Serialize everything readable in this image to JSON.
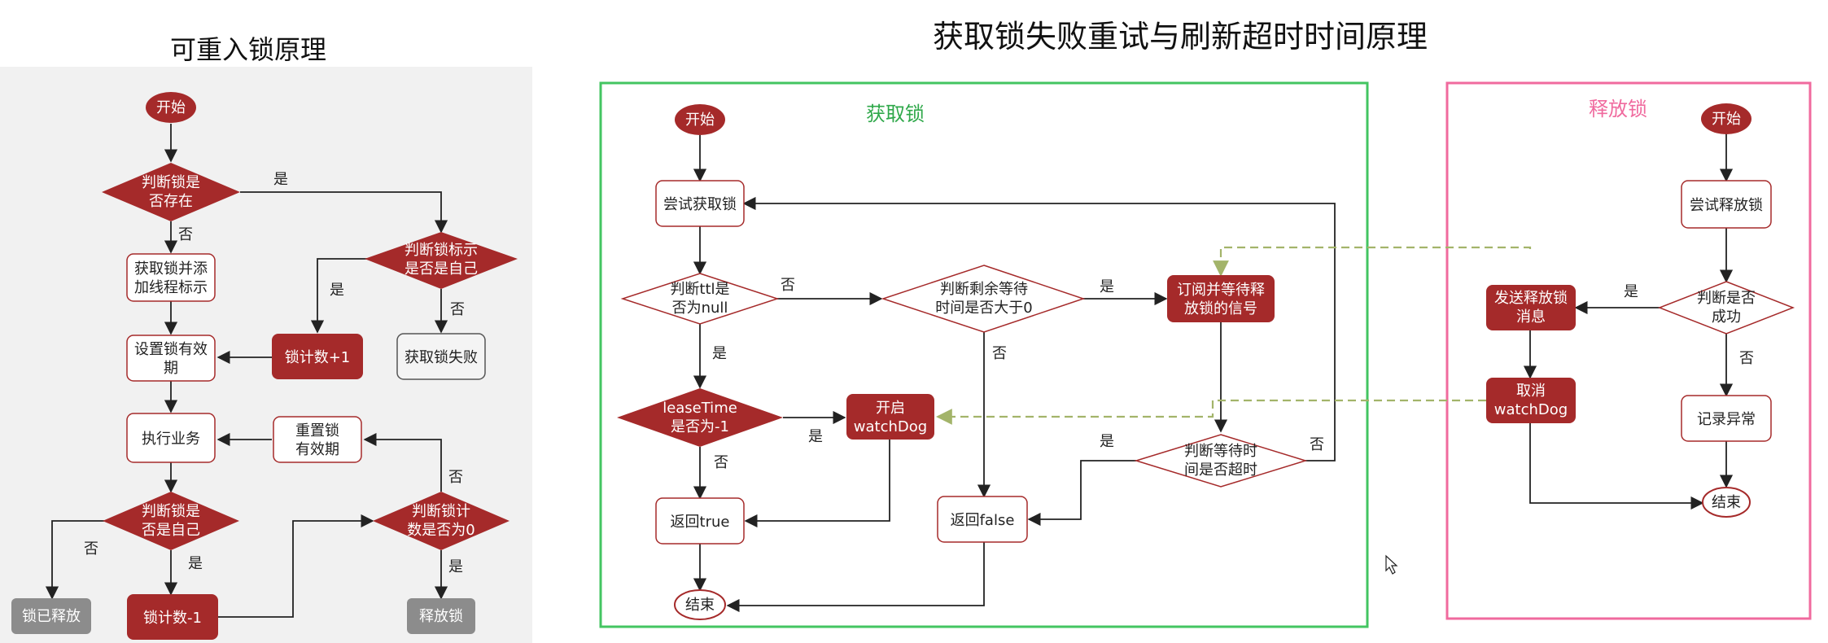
{
  "left_title": "可重入锁原理",
  "right_title": "获取锁失败重试与刷新超时时间原理",
  "colors": {
    "red": "#a52a2a",
    "green_frame": "#43c561",
    "pink_frame": "#f06a9e",
    "dashed": "#a3b46a",
    "gray_node": "#8c8c8c"
  },
  "left": {
    "start": "开始",
    "d1": [
      "判断锁是",
      "否存在"
    ],
    "n_get": [
      "获取锁并添",
      "加线程标示"
    ],
    "d2": [
      "判断锁标示",
      "是否是自己"
    ],
    "n_inc": "锁计数+1",
    "n_fail": "获取锁失败",
    "n_set": [
      "设置锁有效",
      "期"
    ],
    "n_exec": "执行业务",
    "n_reset": [
      "重置锁",
      "有效期"
    ],
    "d3": [
      "判断锁是",
      "否是自己"
    ],
    "d4": [
      "判断锁计",
      "数是否为0"
    ],
    "n_released": "锁已释放",
    "n_dec": "锁计数-1",
    "n_release": "释放锁",
    "yes": "是",
    "no": "否"
  },
  "acquire": {
    "title": "获取锁",
    "start": "开始",
    "n_try": "尝试获取锁",
    "d_ttl": [
      "判断ttl是",
      "否为null"
    ],
    "d_rem": [
      "判断剩余等待",
      "时间是否大于0"
    ],
    "n_sub": [
      "订阅并等待释",
      "放锁的信号"
    ],
    "d_lease": [
      "leaseTime",
      "是否为-1"
    ],
    "n_wd": [
      "开启",
      "watchDog"
    ],
    "d_timeout": [
      "判断等待时",
      "间是否超时"
    ],
    "n_true": "返回true",
    "n_false": "返回false",
    "end": "结束",
    "yes": "是",
    "no": "否"
  },
  "release": {
    "title": "释放锁",
    "start": "开始",
    "n_try": "尝试释放锁",
    "d_ok": [
      "判断是否",
      "成功"
    ],
    "n_send": [
      "发送释放锁",
      "消息"
    ],
    "n_cancel": [
      "取消",
      "watchDog"
    ],
    "n_log": "记录异常",
    "end": "结束",
    "yes": "是",
    "no": "否"
  }
}
